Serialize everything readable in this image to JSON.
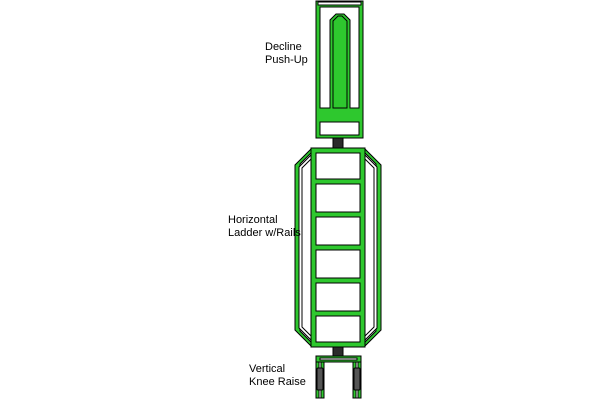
{
  "stations": [
    {
      "id": "decline",
      "label_lines": [
        "Decline",
        "Push-Up"
      ]
    },
    {
      "id": "ladder",
      "label_lines": [
        "Horizontal",
        "Ladder w/Rails"
      ],
      "rung_count": 5
    },
    {
      "id": "knee",
      "label_lines": [
        "Vertical",
        "Knee Raise"
      ]
    }
  ],
  "colors": {
    "frame_fill": "#2ec82e",
    "outline": "#000000",
    "connector": "#2b2b2b",
    "grip": "#555555",
    "background": "#ffffff"
  }
}
